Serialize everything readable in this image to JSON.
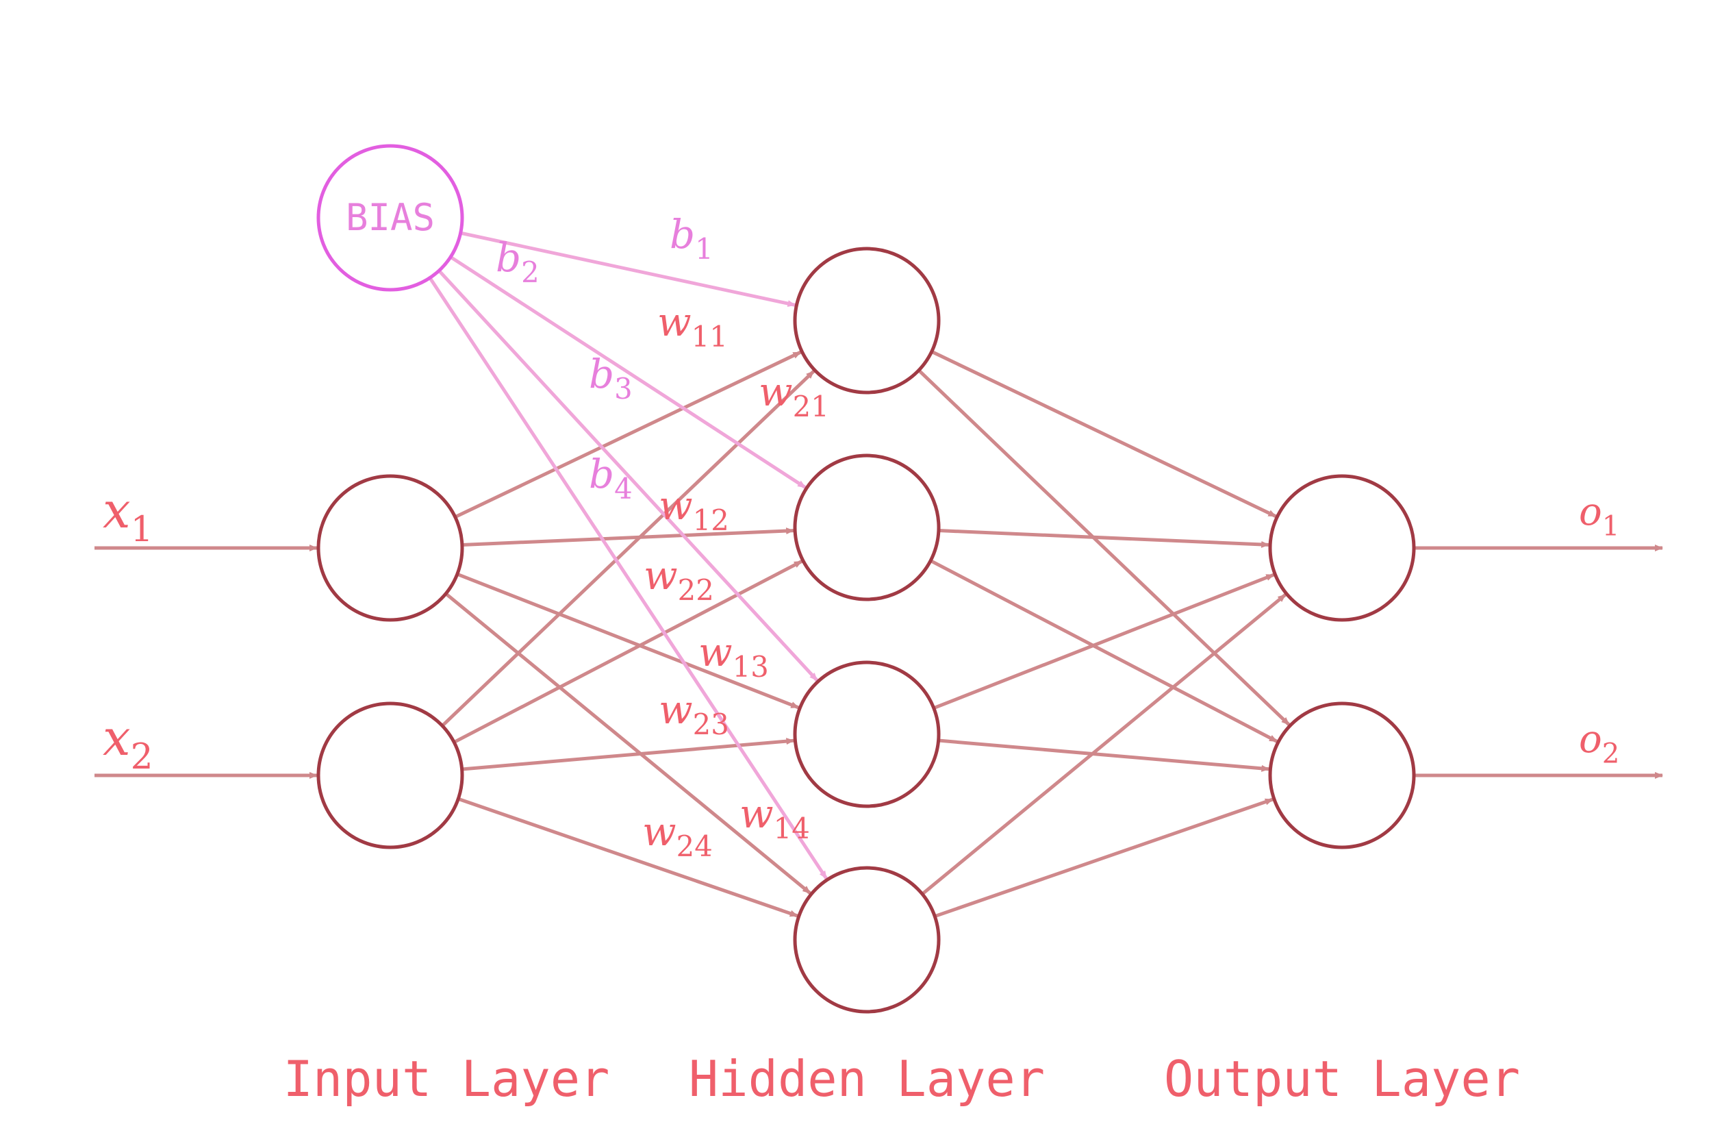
{
  "colors": {
    "node_stroke": "#a13a44",
    "edge": "#cf888b",
    "bias_stroke": "#e25ee0",
    "bias_edge": "#f0a6d9",
    "bias_text": "#e77fdc",
    "label": "#ef5f6b",
    "background": "#ffffff"
  },
  "bias_node": {
    "label": "BIAS"
  },
  "inputs": [
    {
      "base": "x",
      "sub": "1"
    },
    {
      "base": "x",
      "sub": "2"
    }
  ],
  "outputs": [
    {
      "base": "o",
      "sub": "1"
    },
    {
      "base": "o",
      "sub": "2"
    }
  ],
  "bias_labels": [
    {
      "base": "b",
      "sub": "1"
    },
    {
      "base": "b",
      "sub": "2"
    },
    {
      "base": "b",
      "sub": "3"
    },
    {
      "base": "b",
      "sub": "4"
    }
  ],
  "weight_labels": [
    {
      "base": "w",
      "sub": "11"
    },
    {
      "base": "w",
      "sub": "21"
    },
    {
      "base": "w",
      "sub": "12"
    },
    {
      "base": "w",
      "sub": "22"
    },
    {
      "base": "w",
      "sub": "13"
    },
    {
      "base": "w",
      "sub": "23"
    },
    {
      "base": "w",
      "sub": "14"
    },
    {
      "base": "w",
      "sub": "24"
    }
  ],
  "layers": [
    {
      "label": "Input Layer"
    },
    {
      "label": "Hidden Layer"
    },
    {
      "label": "Output Layer"
    }
  ]
}
